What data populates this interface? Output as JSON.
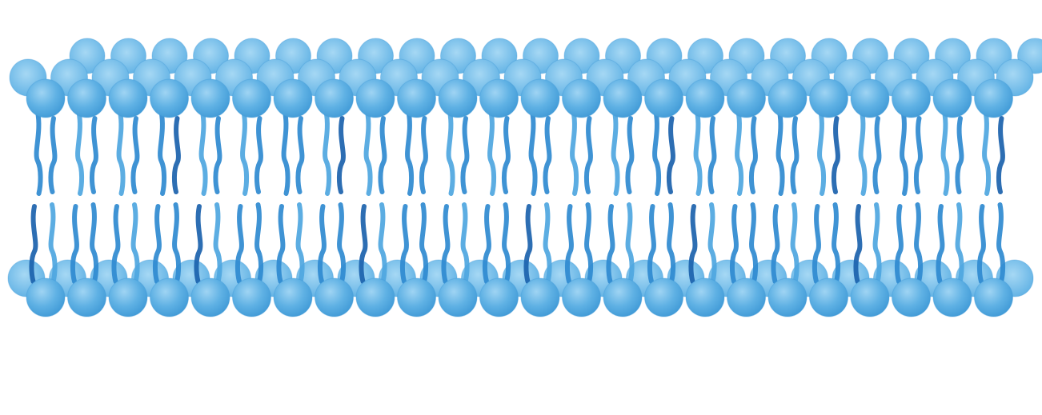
{
  "image": {
    "subject": "lipid-bilayer-watercolor",
    "background_color": "#ffffff"
  },
  "palette": {
    "head_fill": "#5fb1e4",
    "head_fill_light": "#8ccbf0",
    "head_fill_dark": "#3f99d6",
    "head_back_fill": "#6ab9ea",
    "tail_light": "#4ea6df",
    "tail_mid": "#2f8ad0",
    "tail_dark": "#1b62ac"
  },
  "bilayer": {
    "front_lipids_per_leaflet": 24,
    "back_lipids_per_leaflet": 24,
    "tails_per_lipid": 2,
    "dark_tail_lipid_indices_top": [
      3,
      7,
      15,
      19,
      23
    ],
    "dark_tail_lipid_indices_bottom": [
      0,
      4,
      8,
      12,
      16,
      20
    ]
  }
}
